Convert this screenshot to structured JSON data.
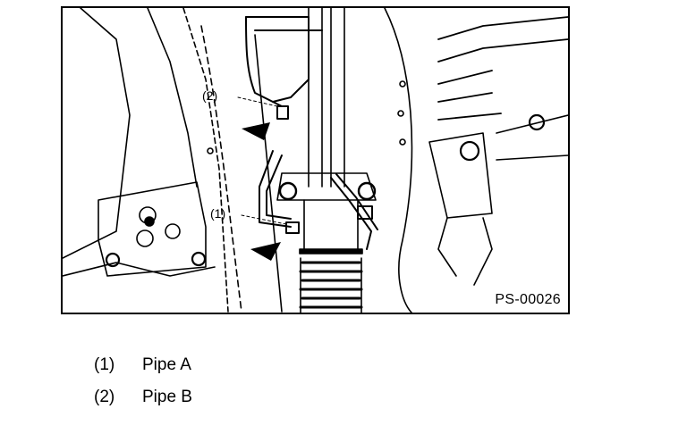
{
  "figure": {
    "code": "PS-00026",
    "callouts": [
      {
        "label": "(2)"
      },
      {
        "label": "(1)"
      }
    ]
  },
  "legend": [
    {
      "num": "(1)",
      "text": "Pipe A"
    },
    {
      "num": "(2)",
      "text": "Pipe B"
    }
  ]
}
